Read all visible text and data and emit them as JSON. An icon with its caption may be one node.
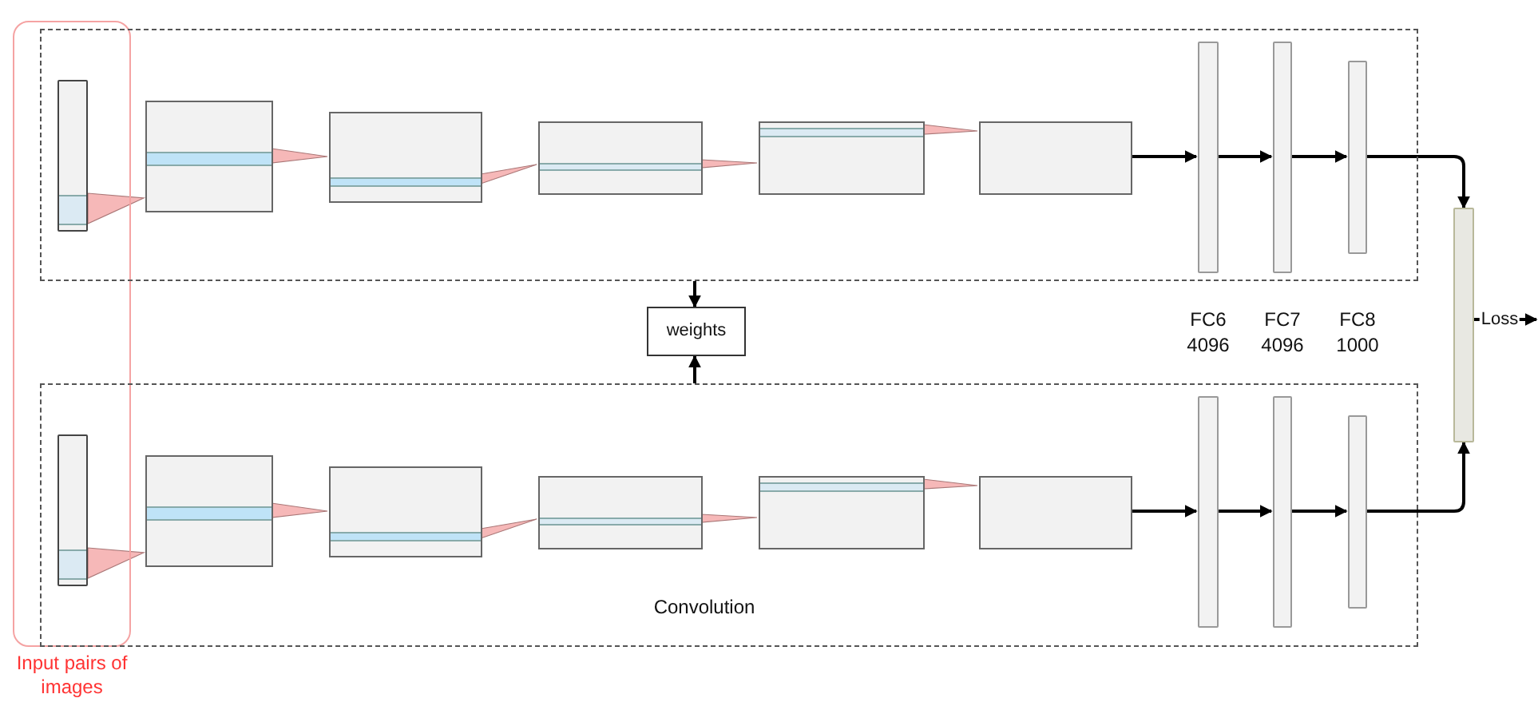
{
  "diagram": {
    "nodes": [
      {
        "text": [
          "Input pairs of images"
        ]
      },
      {
        "text": [],
        "shape": "box"
      },
      {
        "text": [],
        "shape": "bar"
      },
      {
        "text": [],
        "shape": "box",
        "in": 1
      },
      {
        "text": [],
        "shape": "box",
        "in": 1
      },
      {
        "text": [],
        "shape": "box",
        "in": 1
      },
      {
        "text": [],
        "shape": "box",
        "in": 1
      },
      {
        "text": [],
        "shape": "box",
        "in": 1
      },
      {
        "text": [],
        "shape": "bar",
        "in": 1,
        "beside": [
          "FC6 4096"
        ]
      },
      {
        "text": [],
        "shape": "bar",
        "in": 1,
        "beside": [
          "FC7 4096"
        ]
      },
      {
        "text": [],
        "shape": "bar",
        "in": 1,
        "beside": [
          "FC8 1000"
        ]
      },
      {
        "text": [
          "weights"
        ]
      },
      {
        "text": [
          "Convolution"
        ]
      },
      {
        "text": [],
        "shape": "bar"
      },
      {
        "text": [],
        "shape": "box",
        "in": 12
      },
      {
        "text": [],
        "shape": "box",
        "in": 12
      },
      {
        "text": [],
        "shape": "box",
        "in": 12
      },
      {
        "text": [],
        "shape": "box",
        "in": 12
      },
      {
        "text": [],
        "shape": "box",
        "in": 12
      },
      {
        "text": [],
        "shape": "bar",
        "in": 12
      },
      {
        "text": [],
        "shape": "bar",
        "in": 12
      },
      {
        "text": [],
        "shape": "bar",
        "in": 12
      },
      {
        "text": [],
        "shape": "bar"
      }
    ],
    "edges": [
      {
        "from": 7,
        "to": 8,
        "arrow": "to"
      },
      {
        "from": 8,
        "to": 9,
        "arrow": "to"
      },
      {
        "from": 9,
        "to": 10,
        "arrow": "to"
      },
      {
        "from": 10,
        "to": 22,
        "arrow": "to"
      },
      {
        "from": 1,
        "to": 11,
        "arrow": "to"
      },
      {
        "from": 12,
        "to": 11,
        "arrow": "to"
      },
      {
        "from": 18,
        "to": 19,
        "arrow": "to"
      },
      {
        "from": 19,
        "to": 20,
        "arrow": "to"
      },
      {
        "from": 20,
        "to": 21,
        "arrow": "to"
      },
      {
        "from": 21,
        "to": 22,
        "arrow": "to"
      },
      {
        "from": 22,
        "to": null,
        "arrow": "to",
        "label": "Loss"
      }
    ]
  }
}
